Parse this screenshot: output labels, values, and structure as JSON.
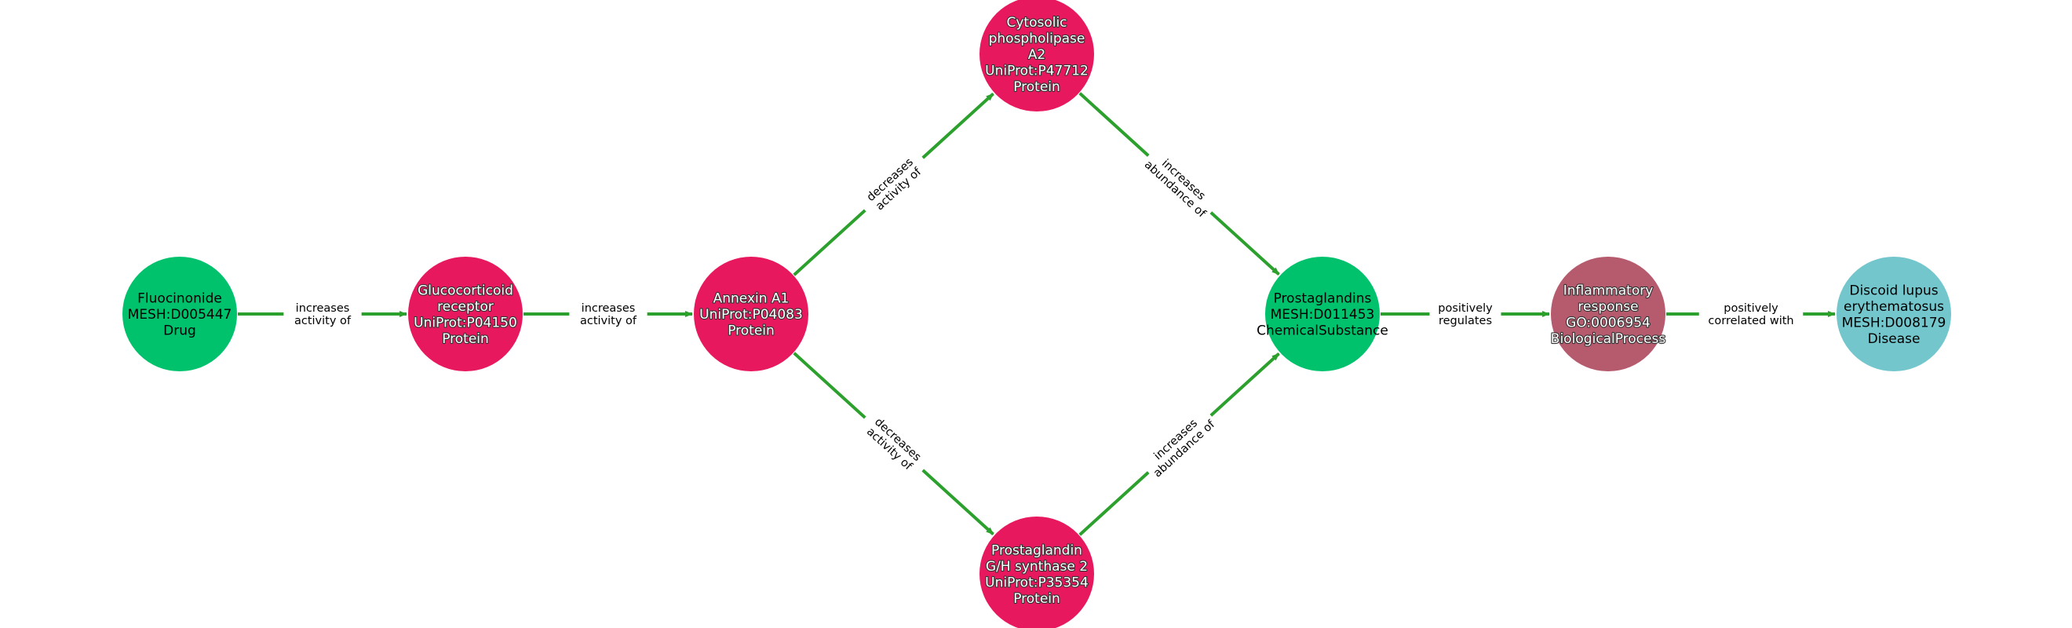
{
  "nodes": [
    {
      "id": "fluocinonide",
      "lines": [
        "Fluocinonide",
        "MESH:D005447",
        "Drug"
      ],
      "color": "#00c16c",
      "label_style": "dark"
    },
    {
      "id": "glucocorticoid-receptor",
      "lines": [
        "Glucocorticoid",
        "receptor",
        "UniProt:P04150",
        "Protein"
      ],
      "color": "#e8185f",
      "label_style": "light"
    },
    {
      "id": "annexin-a1",
      "lines": [
        "Annexin A1",
        "UniProt:P04083",
        "Protein"
      ],
      "color": "#e8185f",
      "label_style": "light"
    },
    {
      "id": "cytosolic-phospholipase-a2",
      "lines": [
        "Cytosolic",
        "phospholipase",
        "A2",
        "UniProt:P47712",
        "Protein"
      ],
      "color": "#e8185f",
      "label_style": "light"
    },
    {
      "id": "prostaglandin-g-h-synthase-2",
      "lines": [
        "Prostaglandin",
        "G/H synthase 2",
        "UniProt:P35354",
        "Protein"
      ],
      "color": "#e8185f",
      "label_style": "light"
    },
    {
      "id": "prostaglandins",
      "lines": [
        "Prostaglandins",
        "MESH:D011453",
        "ChemicalSubstance"
      ],
      "color": "#00c16c",
      "label_style": "dark"
    },
    {
      "id": "inflammatory-response",
      "lines": [
        "Inflammatory",
        "response",
        "GO:0006954",
        "BiologicalProcess"
      ],
      "color": "#b65a6e",
      "label_style": "light"
    },
    {
      "id": "discoid-lupus-erythematosus",
      "lines": [
        "Discoid lupus",
        "erythematosus",
        "MESH:D008179",
        "Disease"
      ],
      "color": "#72c6cc",
      "label_style": "dark"
    }
  ],
  "edges": [
    {
      "source": "fluocinonide",
      "target": "glucocorticoid-receptor",
      "lines": [
        "increases",
        "activity of"
      ]
    },
    {
      "source": "glucocorticoid-receptor",
      "target": "annexin-a1",
      "lines": [
        "increases",
        "activity of"
      ]
    },
    {
      "source": "annexin-a1",
      "target": "cytosolic-phospholipase-a2",
      "lines": [
        "decreases",
        "activity of"
      ]
    },
    {
      "source": "annexin-a1",
      "target": "prostaglandin-g-h-synthase-2",
      "lines": [
        "decreases",
        "activity of"
      ]
    },
    {
      "source": "cytosolic-phospholipase-a2",
      "target": "prostaglandins",
      "lines": [
        "increases",
        "abundance of"
      ]
    },
    {
      "source": "prostaglandin-g-h-synthase-2",
      "target": "prostaglandins",
      "lines": [
        "increases",
        "abundance of"
      ]
    },
    {
      "source": "prostaglandins",
      "target": "inflammatory-response",
      "lines": [
        "positively",
        "regulates"
      ]
    },
    {
      "source": "inflammatory-response",
      "target": "discoid-lupus-erythematosus",
      "lines": [
        "positively",
        "correlated with"
      ]
    }
  ],
  "edge_color": "#2ca02c"
}
